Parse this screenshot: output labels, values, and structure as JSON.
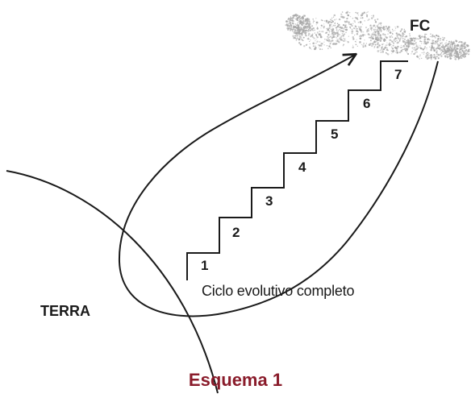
{
  "labels": {
    "fc": "FC",
    "terra": "TERRA",
    "cycle": "Ciclo evolutivo completo",
    "caption": "Esquema 1"
  },
  "steps": [
    "1",
    "2",
    "3",
    "4",
    "5",
    "6",
    "7"
  ],
  "colors": {
    "line": "#1a1a1a",
    "cloud": "#a8a8a8",
    "caption": "#8a1c2b"
  }
}
